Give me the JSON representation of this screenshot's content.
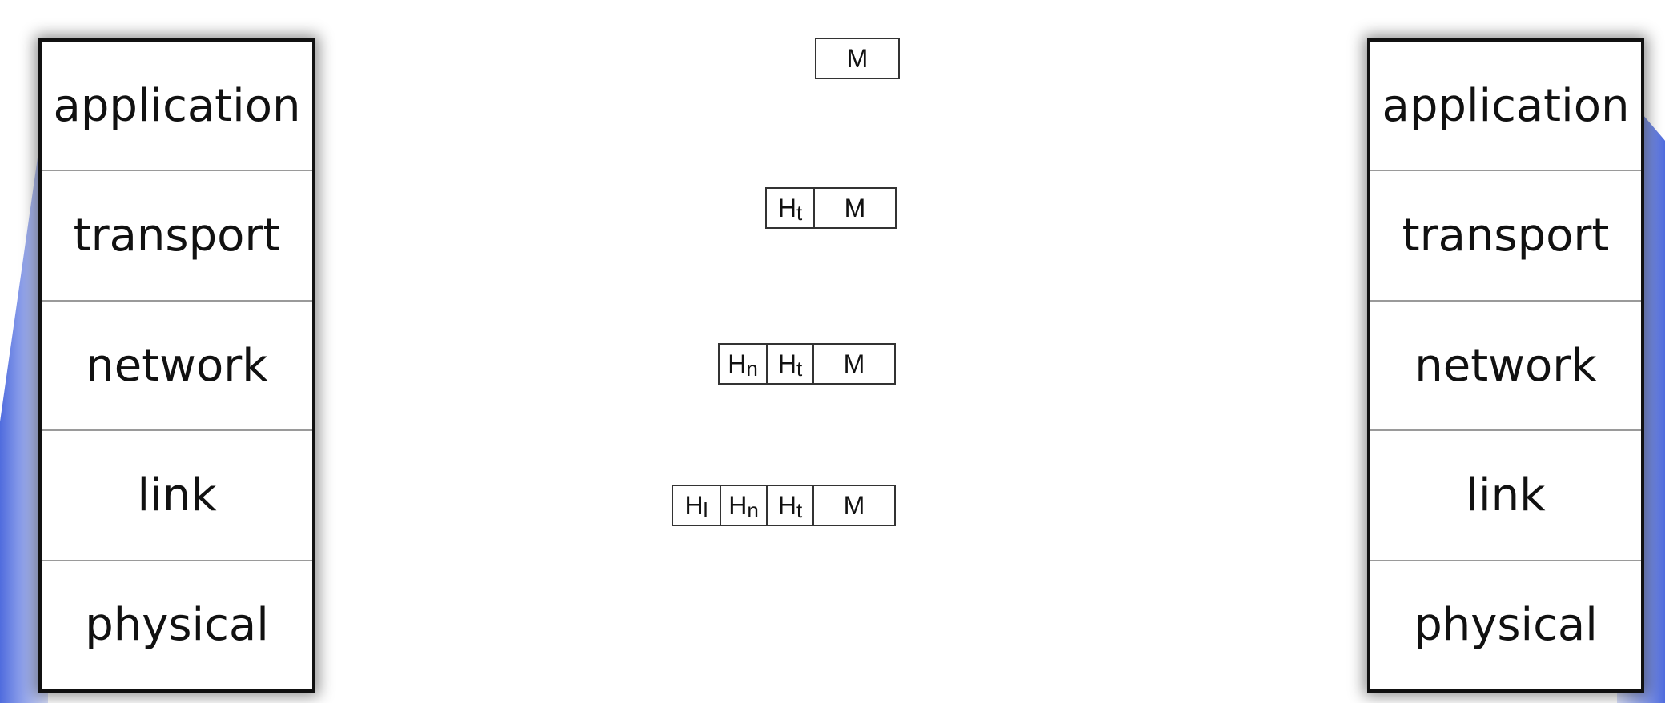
{
  "left_stack": {
    "layers": [
      "application",
      "transport",
      "network",
      "link",
      "physical"
    ]
  },
  "right_stack": {
    "layers": [
      "application",
      "transport",
      "network",
      "link",
      "physical"
    ]
  },
  "packets": {
    "application": {
      "message": "M"
    },
    "transport": {
      "headers": [
        {
          "main": "H",
          "sub": "t"
        }
      ],
      "message": "M"
    },
    "network": {
      "headers": [
        {
          "main": "H",
          "sub": "n"
        },
        {
          "main": "H",
          "sub": "t"
        }
      ],
      "message": "M"
    },
    "link": {
      "headers": [
        {
          "main": "H",
          "sub": "l"
        },
        {
          "main": "H",
          "sub": "n"
        },
        {
          "main": "H",
          "sub": "t"
        }
      ],
      "message": "M"
    }
  },
  "colors": {
    "stack_border": "#111111",
    "layer_divider": "#9a9a9a",
    "wedge_blue": "#4664dc"
  }
}
